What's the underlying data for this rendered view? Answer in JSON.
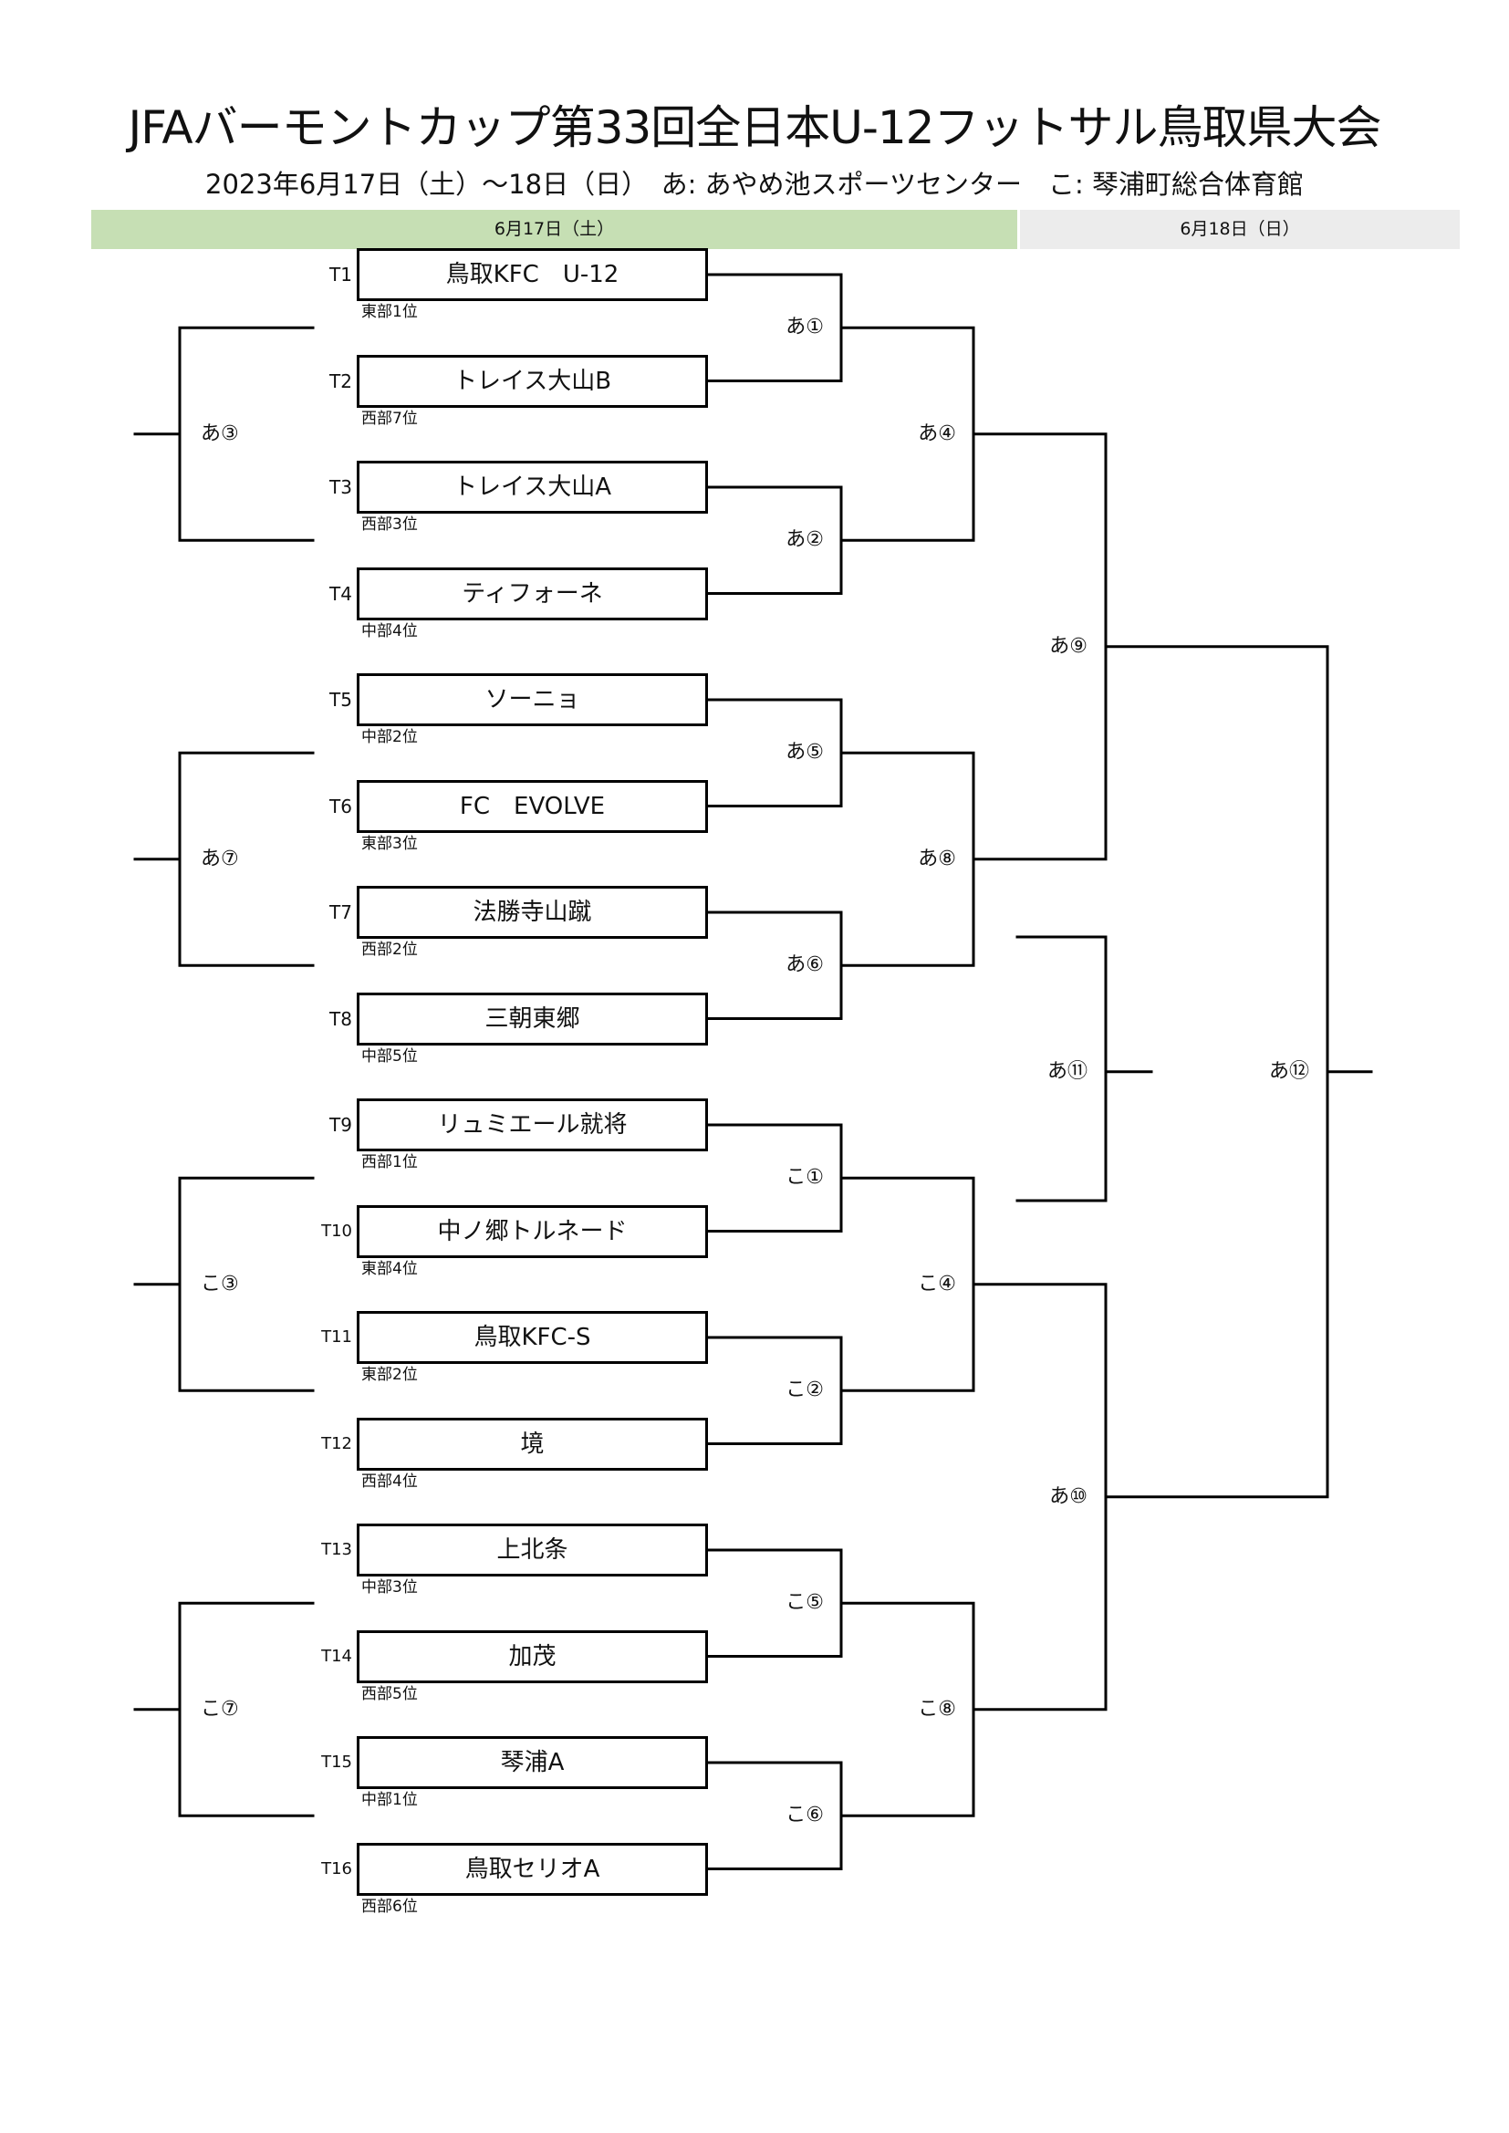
{
  "header": {
    "title": "JFAバーモントカップ第33回全日本U-12フットサル鳥取県大会",
    "subtitle": "2023年6月17日（土）～18日（日）　あ: あやめ池スポーツセンター　こ: 琴浦町総合体育館"
  },
  "days": [
    {
      "label": "6月17日（土）",
      "color": "#c6dfb4"
    },
    {
      "label": "6月18日（日）",
      "color": "#ececec"
    }
  ],
  "venues": {
    "a": {
      "code": "あ",
      "name": "あやめ池スポーツセンター"
    },
    "ko": {
      "code": "こ",
      "name": "琴浦町総合体育館"
    }
  },
  "teams": [
    {
      "seed": "T1",
      "name": "鳥取KFC　U-12",
      "rank": "東部1位"
    },
    {
      "seed": "T2",
      "name": "トレイス大山B",
      "rank": "西部7位"
    },
    {
      "seed": "T3",
      "name": "トレイス大山A",
      "rank": "西部3位"
    },
    {
      "seed": "T4",
      "name": "ティフォーネ",
      "rank": "中部4位"
    },
    {
      "seed": "T5",
      "name": "ソーニョ",
      "rank": "中部2位"
    },
    {
      "seed": "T6",
      "name": "FC　EVOLVE",
      "rank": "東部3位"
    },
    {
      "seed": "T7",
      "name": "法勝寺山蹴",
      "rank": "西部2位"
    },
    {
      "seed": "T8",
      "name": "三朝東郷",
      "rank": "中部5位"
    },
    {
      "seed": "T9",
      "name": "リュミエール就将",
      "rank": "西部1位"
    },
    {
      "seed": "T10",
      "name": "中ノ郷トルネード",
      "rank": "東部4位"
    },
    {
      "seed": "T11",
      "name": "鳥取KFC-S",
      "rank": "東部2位"
    },
    {
      "seed": "T12",
      "name": "境",
      "rank": "西部4位"
    },
    {
      "seed": "T13",
      "name": "上北条",
      "rank": "中部3位"
    },
    {
      "seed": "T14",
      "name": "加茂",
      "rank": "西部5位"
    },
    {
      "seed": "T15",
      "name": "琴浦A",
      "rank": "中部1位"
    },
    {
      "seed": "T16",
      "name": "鳥取セリオA",
      "rank": "西部6位"
    }
  ],
  "matches": {
    "r1": [
      "あ①",
      "あ②",
      "あ⑤",
      "あ⑥",
      "こ①",
      "こ②",
      "こ⑤",
      "こ⑥"
    ],
    "r2": [
      "あ④",
      "あ⑧",
      "こ④",
      "こ⑧"
    ],
    "consolation": [
      "あ③",
      "あ⑦",
      "こ③",
      "こ⑦"
    ],
    "semis": [
      "あ⑨",
      "あ⑩"
    ],
    "third_place": "あ⑪",
    "final": "あ⑫"
  }
}
